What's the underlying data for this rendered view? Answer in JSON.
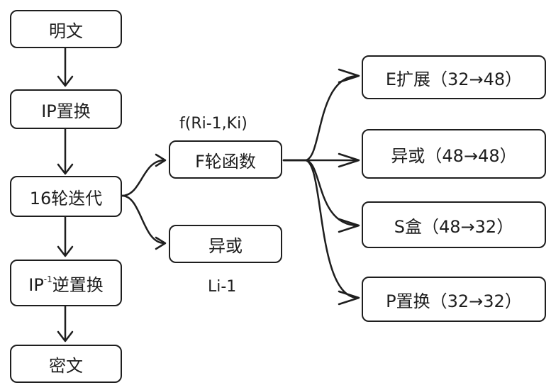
{
  "nodes": {
    "plaintext": "明文",
    "ip": "IP置换",
    "rounds": "16轮迭代",
    "ip_inv_prefix": "IP",
    "ip_inv_sup": "-1",
    "ip_inv_suffix": "逆置换",
    "ciphertext": "密文",
    "f_func": "F轮函数",
    "xor_mid": "异或",
    "e_expand": "E扩展（32→48）",
    "xor_right": "异或（48→48）",
    "sbox": "S盒（48→32）",
    "p_perm": "P置换（32→32）"
  },
  "labels": {
    "f_args": "f(Ri-1,Ki)",
    "l_prev": "Li-1"
  }
}
